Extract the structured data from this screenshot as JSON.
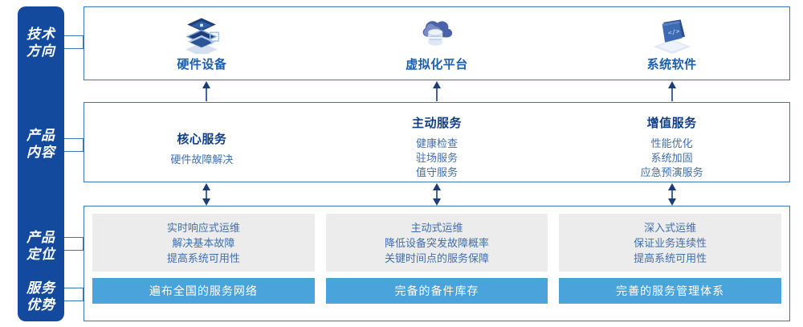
{
  "sidebar": {
    "labels": [
      {
        "id": "tech-direction",
        "text": "技术\n方向"
      },
      {
        "id": "product-content",
        "text": "产品\n内容"
      },
      {
        "id": "product-position",
        "text": "产品\n定位"
      },
      {
        "id": "service-advantage",
        "text": "服务\n优势"
      }
    ],
    "tech_direction_l1": "技术",
    "tech_direction_l2": "方向",
    "product_content_l1": "产品",
    "product_content_l2": "内容",
    "product_position_l1": "产品",
    "product_position_l2": "定位",
    "service_advantage_l1": "服务",
    "service_advantage_l2": "优势"
  },
  "tech_row": {
    "items": [
      {
        "icon": "server-stack-icon",
        "title": "硬件设备"
      },
      {
        "icon": "cloud-database-icon",
        "title": "虚拟化平台"
      },
      {
        "icon": "laptop-code-icon",
        "title": "系统软件"
      }
    ]
  },
  "content_row": {
    "columns": [
      {
        "title": "核心服务",
        "items": [
          "硬件故障解决"
        ]
      },
      {
        "title": "主动服务",
        "items": [
          "健康检查",
          "驻场服务",
          "值守服务"
        ]
      },
      {
        "title": "增值服务",
        "items": [
          "性能优化",
          "系统加固",
          "应急预演服务"
        ]
      }
    ]
  },
  "position_row": {
    "boxes": [
      {
        "lines": [
          "实时响应式运维",
          "解决基本故障",
          "提高系统可用性"
        ]
      },
      {
        "lines": [
          "主动式运维",
          "降低设备突发故障概率",
          "关键时间点的服务保障"
        ]
      },
      {
        "lines": [
          "深入式运维",
          "保证业务连续性",
          "提高系统可用性"
        ]
      }
    ]
  },
  "advantage_row": {
    "boxes": [
      {
        "label": "遍布全国的服务网络"
      },
      {
        "label": "完备的备件库存"
      },
      {
        "label": "完善的服务管理体系"
      }
    ]
  },
  "arrows": {
    "top": {
      "name": "arrow-up",
      "direction": "up",
      "count": 3
    },
    "middle": {
      "name": "arrow-up-down",
      "direction": "both",
      "count": 3
    }
  },
  "colors": {
    "sidebar_blue": "#134a9e",
    "border_blue": "#3b74bd",
    "title_blue": "#0f3f85",
    "text_blue": "#3f6fae",
    "accent_blue": "#4ba3dc",
    "grey_box": "#ececec"
  }
}
